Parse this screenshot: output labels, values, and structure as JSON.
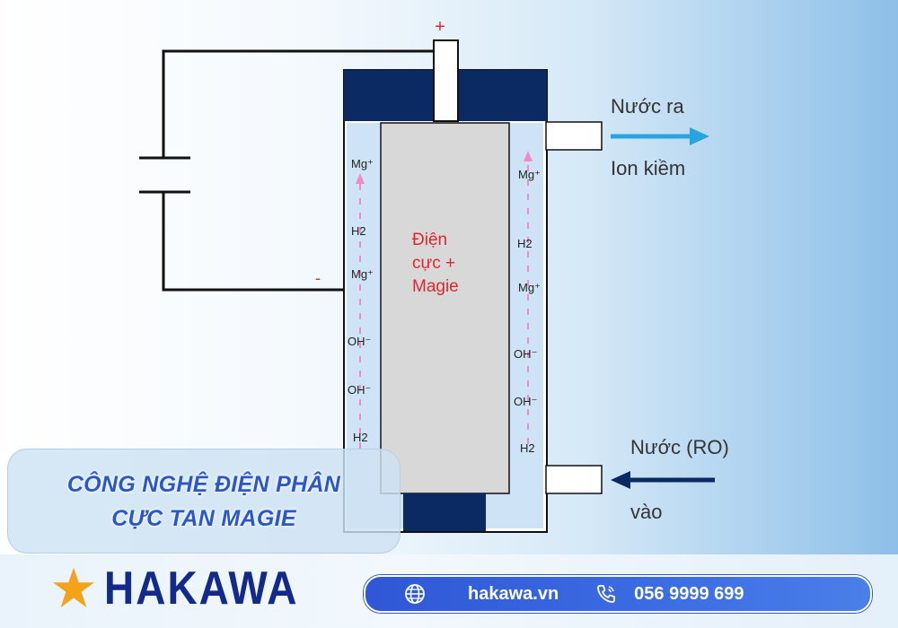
{
  "diagram": {
    "polarity_positive": "+",
    "polarity_negative": "-",
    "electrode_label": [
      "Điện",
      "cực +",
      "Magie"
    ],
    "outlet_label": [
      "Nước ra",
      "Ion kiềm"
    ],
    "inlet_label": [
      "Nước (RO)",
      "vào"
    ],
    "left_ions": [
      "Mg⁺",
      "H2",
      "Mg⁺",
      "OH⁻",
      "OH⁻",
      "H2"
    ],
    "right_ions": [
      "Mg⁺",
      "H2",
      "Mg⁺",
      "OH⁻",
      "OH⁻",
      "H2"
    ],
    "colors": {
      "cap": "#0b2a63",
      "channel": "#cfe3f6",
      "electrode": "#d8d8d8",
      "electrode_text": "#e0262d",
      "arrow_out": "#2aa4e0",
      "arrow_in": "#0b2a63",
      "ion_arrow": "#f08bc8"
    }
  },
  "title": {
    "line1": "CÔNG NGHỆ ĐIỆN PHÂN",
    "line2": "CỰC TAN MAGIE"
  },
  "footer": {
    "brand": "HAKAWA",
    "website": "hakawa.vn",
    "phone": "056 9999 699",
    "icons": [
      "star-icon",
      "globe-icon",
      "phone-icon"
    ]
  }
}
